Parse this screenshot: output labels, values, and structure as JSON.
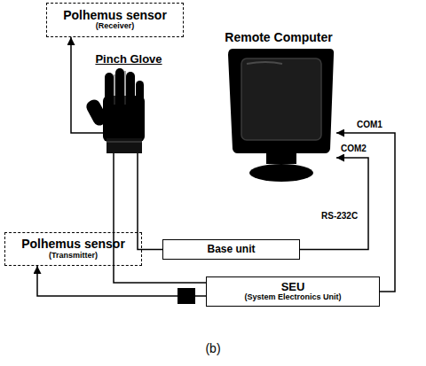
{
  "diagram": {
    "caption": "(b)",
    "nodes": [
      {
        "text": [
          "Polhemus sensor",
          "(Receiver)"
        ]
      },
      {
        "text": [
          "Pinch Glove"
        ]
      },
      {
        "text": [
          "Remote Computer"
        ]
      },
      {
        "text": [
          "Polhemus sensor",
          "(Transmitter)"
        ]
      },
      {
        "text": [
          "Base unit"
        ]
      },
      {
        "text": [
          "SEU",
          "(System Electronics Unit)"
        ]
      }
    ],
    "edges": [
      {
        "from": 1,
        "to": 0,
        "arrow": "to"
      },
      {
        "from": 1,
        "to": 4,
        "arrow": "none"
      },
      {
        "from": 1,
        "to": 5,
        "arrow": "none"
      },
      {
        "from": 5,
        "to": 3,
        "arrow": "to"
      },
      {
        "from": 4,
        "to": 2,
        "arrow": "to"
      },
      {
        "from": 5,
        "to": 2,
        "arrow": "to"
      }
    ],
    "labels": [
      "COM1",
      "COM2",
      "RS-232C"
    ]
  }
}
